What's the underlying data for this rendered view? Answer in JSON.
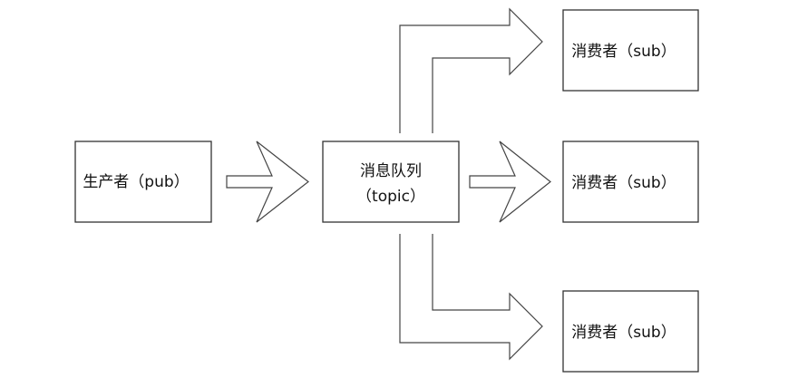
{
  "producer": {
    "label": "生产者（pub）"
  },
  "queue": {
    "line1": "消息队列",
    "line2": "（topic）"
  },
  "consumers": [
    {
      "label": "消费者（sub）"
    },
    {
      "label": "消费者（sub）"
    },
    {
      "label": "消费者（sub）"
    }
  ]
}
